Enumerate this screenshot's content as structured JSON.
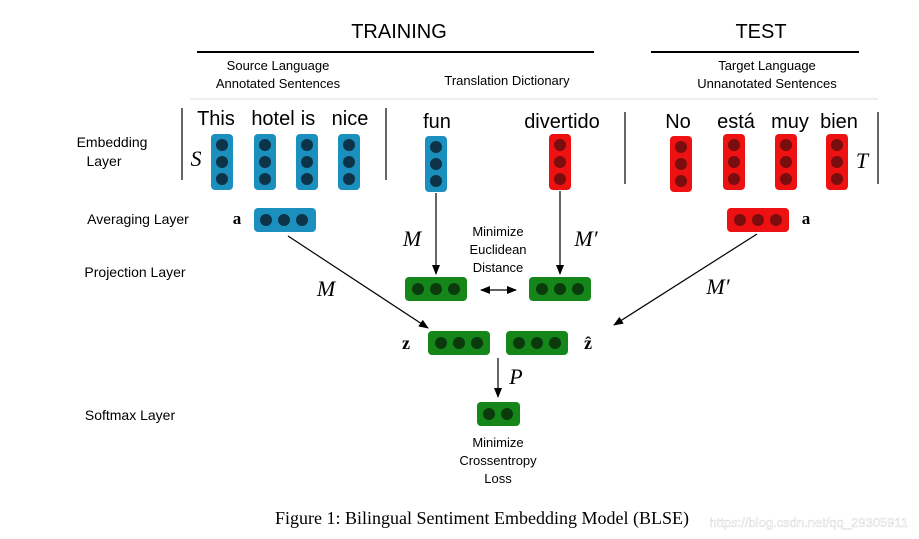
{
  "sections": {
    "training": "TRAINING",
    "test": "TEST"
  },
  "subheaders": {
    "source_line1": "Source Language",
    "source_line2": "Annotated Sentences",
    "dictionary": "Translation Dictionary",
    "target_line1": "Target Language",
    "target_line2": "Unnanotated Sentences"
  },
  "layers": {
    "embedding_line1": "Embedding",
    "embedding_line2": "Layer",
    "averaging": "Averaging Layer",
    "projection": "Projection Layer",
    "softmax": "Softmax Layer"
  },
  "source_words": [
    "This",
    "hotel",
    "is",
    "nice"
  ],
  "dict_source_word": "fun",
  "dict_target_word": "divertido",
  "target_words": [
    "No",
    "está",
    "muy",
    "bien"
  ],
  "symbols": {
    "S": "S",
    "T": "T",
    "a_source": "a",
    "a_target": "a",
    "M_dict": "M",
    "M_prime_dict": "M′",
    "M_source": "M",
    "M_prime_target": "M′",
    "z": "z",
    "z_hat": "ẑ",
    "P": "P"
  },
  "annotations": {
    "euclid_line1": "Minimize",
    "euclid_line2": "Euclidean",
    "euclid_line3": "Distance",
    "loss_line1": "Minimize",
    "loss_line2": "Crossentropy",
    "loss_line3": "Loss"
  },
  "caption": "Figure 1: Bilingual Sentiment Embedding Model (BLSE)",
  "watermark": "https://blog.csdn.net/qq_29305911",
  "colors": {
    "blue": "#1b8fbd",
    "red": "#ee1111",
    "green": "#15861a",
    "dot": "#0d3349",
    "line": "#000000"
  }
}
